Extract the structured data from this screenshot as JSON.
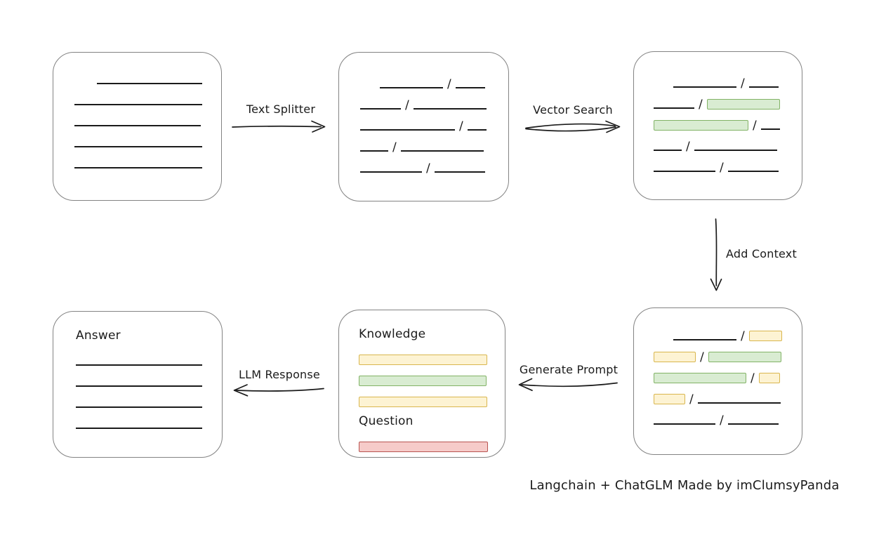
{
  "diagram": {
    "footer": "Langchain + ChatGLM Made by imClumsyPanda",
    "colors": {
      "green_fill": "#d9ecd2",
      "green_stroke": "#82b366",
      "yellow_fill": "#fdf3d3",
      "yellow_stroke": "#d9b64e",
      "red_fill": "#f6cbc9",
      "red_stroke": "#b85450",
      "ink": "#1b1b1b",
      "box_stroke": "#838383"
    },
    "arrows": {
      "text_splitter": "Text Splitter",
      "vector_search": "Vector Search",
      "add_context": "Add Context",
      "generate_prompt": "Generate Prompt",
      "llm_response": "LLM Response"
    },
    "boxes": [
      {
        "id": "source-document",
        "rows": [
          {
            "indent": 32,
            "segments": [
              {
                "kind": "line",
                "w": 150
              }
            ]
          },
          {
            "segments": [
              {
                "kind": "line",
                "w": 182
              }
            ]
          },
          {
            "segments": [
              {
                "kind": "line",
                "w": 180
              }
            ]
          },
          {
            "segments": [
              {
                "kind": "line",
                "w": 182
              }
            ]
          },
          {
            "segments": [
              {
                "kind": "line",
                "w": 182
              }
            ]
          }
        ]
      },
      {
        "id": "split-text",
        "rows": [
          {
            "indent": 28,
            "segments": [
              {
                "kind": "line",
                "w": 90
              },
              {
                "kind": "slash"
              },
              {
                "kind": "line",
                "w": 42
              }
            ]
          },
          {
            "segments": [
              {
                "kind": "line",
                "w": 58
              },
              {
                "kind": "slash"
              },
              {
                "kind": "line",
                "w": 104
              }
            ]
          },
          {
            "segments": [
              {
                "kind": "line",
                "w": 135
              },
              {
                "kind": "slash"
              },
              {
                "kind": "line",
                "w": 27
              }
            ]
          },
          {
            "segments": [
              {
                "kind": "line",
                "w": 40
              },
              {
                "kind": "slash"
              },
              {
                "kind": "line",
                "w": 118
              }
            ]
          },
          {
            "segments": [
              {
                "kind": "line",
                "w": 88
              },
              {
                "kind": "slash"
              },
              {
                "kind": "line",
                "w": 72
              }
            ]
          }
        ]
      },
      {
        "id": "vector-matched",
        "rows": [
          {
            "indent": 28,
            "segments": [
              {
                "kind": "line",
                "w": 90
              },
              {
                "kind": "slash"
              },
              {
                "kind": "line",
                "w": 42
              }
            ]
          },
          {
            "segments": [
              {
                "kind": "line",
                "w": 58
              },
              {
                "kind": "slash"
              },
              {
                "kind": "green",
                "w": 104
              }
            ]
          },
          {
            "segments": [
              {
                "kind": "green",
                "w": 135
              },
              {
                "kind": "slash"
              },
              {
                "kind": "line",
                "w": 27
              }
            ]
          },
          {
            "segments": [
              {
                "kind": "line",
                "w": 40
              },
              {
                "kind": "slash"
              },
              {
                "kind": "line",
                "w": 118
              }
            ]
          },
          {
            "segments": [
              {
                "kind": "line",
                "w": 88
              },
              {
                "kind": "slash"
              },
              {
                "kind": "line",
                "w": 72
              }
            ]
          }
        ]
      },
      {
        "id": "context-added",
        "rows": [
          {
            "indent": 28,
            "segments": [
              {
                "kind": "line",
                "w": 90
              },
              {
                "kind": "slash"
              },
              {
                "kind": "yellow",
                "w": 47
              }
            ]
          },
          {
            "segments": [
              {
                "kind": "yellow",
                "w": 60
              },
              {
                "kind": "slash"
              },
              {
                "kind": "green",
                "w": 104
              }
            ]
          },
          {
            "segments": [
              {
                "kind": "green",
                "w": 132
              },
              {
                "kind": "slash"
              },
              {
                "kind": "yellow",
                "w": 30
              }
            ]
          },
          {
            "segments": [
              {
                "kind": "yellow",
                "w": 45
              },
              {
                "kind": "slash"
              },
              {
                "kind": "line",
                "w": 118
              }
            ]
          },
          {
            "segments": [
              {
                "kind": "line",
                "w": 88
              },
              {
                "kind": "slash"
              },
              {
                "kind": "line",
                "w": 72
              }
            ]
          }
        ]
      },
      {
        "id": "prompt",
        "rows": [
          {
            "kind": "text",
            "text": "Knowledge",
            "name": "knowledge-label"
          },
          {
            "segments": [
              {
                "kind": "yellow",
                "w": 183
              }
            ]
          },
          {
            "segments": [
              {
                "kind": "green",
                "w": 182
              }
            ]
          },
          {
            "segments": [
              {
                "kind": "yellow",
                "w": 183
              }
            ]
          },
          {
            "kind": "text",
            "text": "Question",
            "name": "question-label"
          },
          {
            "segments": [
              {
                "kind": "red",
                "w": 184
              }
            ]
          }
        ]
      },
      {
        "id": "answer",
        "rows": [
          {
            "kind": "text",
            "text": "Answer",
            "name": "answer-label"
          },
          {
            "segments": [
              {
                "kind": "line",
                "w": 180
              }
            ]
          },
          {
            "segments": [
              {
                "kind": "line",
                "w": 180
              }
            ]
          },
          {
            "segments": [
              {
                "kind": "line",
                "w": 180
              }
            ]
          },
          {
            "segments": [
              {
                "kind": "line",
                "w": 180
              }
            ]
          }
        ]
      }
    ]
  }
}
